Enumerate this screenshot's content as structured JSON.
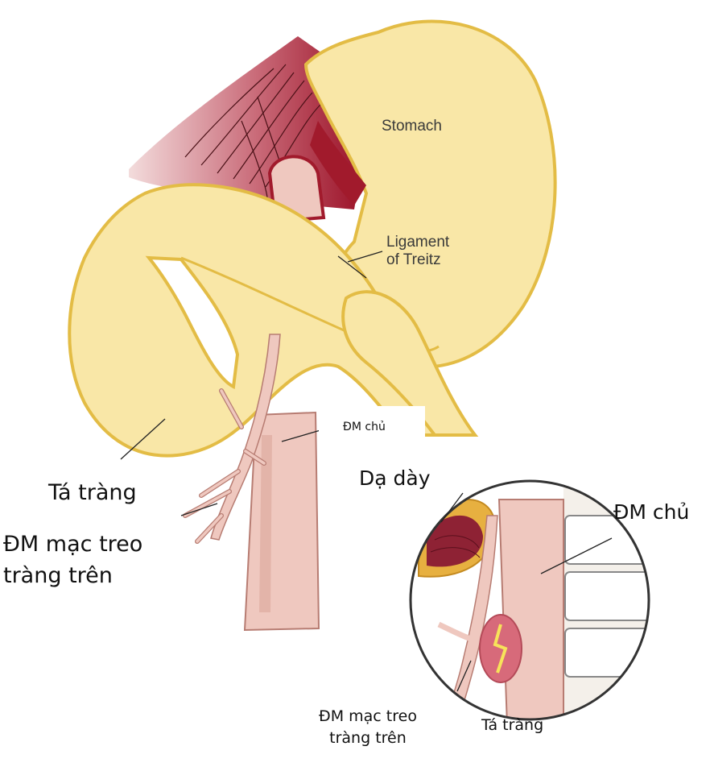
{
  "main_figure": {
    "labels": {
      "stomach": "Stomach",
      "ligament": "Ligament\nof Treitz",
      "aorta": "ĐM chủ",
      "duodenum": "Tá tràng",
      "sma": "ĐM mạc treo\ntràng trên"
    }
  },
  "inset_figure": {
    "labels": {
      "stomach": "Dạ dày",
      "aorta": "ĐM chủ",
      "sma": "ĐM mạc treo\ntràng trên",
      "duodenum": "Tá tràng"
    }
  },
  "colors": {
    "organ_fill": "#f9e7a7",
    "organ_outline": "#e3bc45",
    "artery_fill": "#efc8bf",
    "artery_outline": "#b77c72",
    "tissue_red": "#a11a2c"
  }
}
